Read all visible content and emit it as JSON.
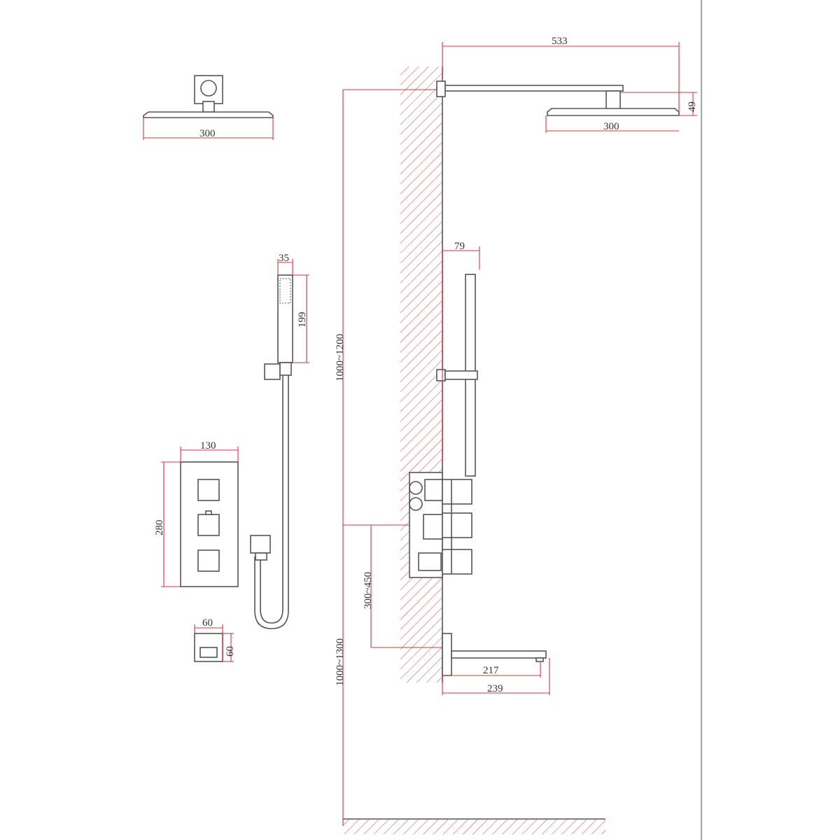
{
  "diagram": {
    "colors": {
      "dimension": "#d9363e",
      "outline": "#555555"
    },
    "dimensions": {
      "arm_length": "533",
      "head_drop": "49",
      "rain_head_width_side": "300",
      "rain_head_width_front": "300",
      "handset_offset": "79",
      "handset_width": "35",
      "handset_height": "199",
      "arm_height_range": "1000~1200",
      "valve_height_range": "1000~1300",
      "spout_height_range": "300~450",
      "valve_width": "130",
      "valve_height": "280",
      "outlet_width": "60",
      "outlet_height": "60",
      "spout_projection": "217",
      "spout_length": "239"
    }
  }
}
